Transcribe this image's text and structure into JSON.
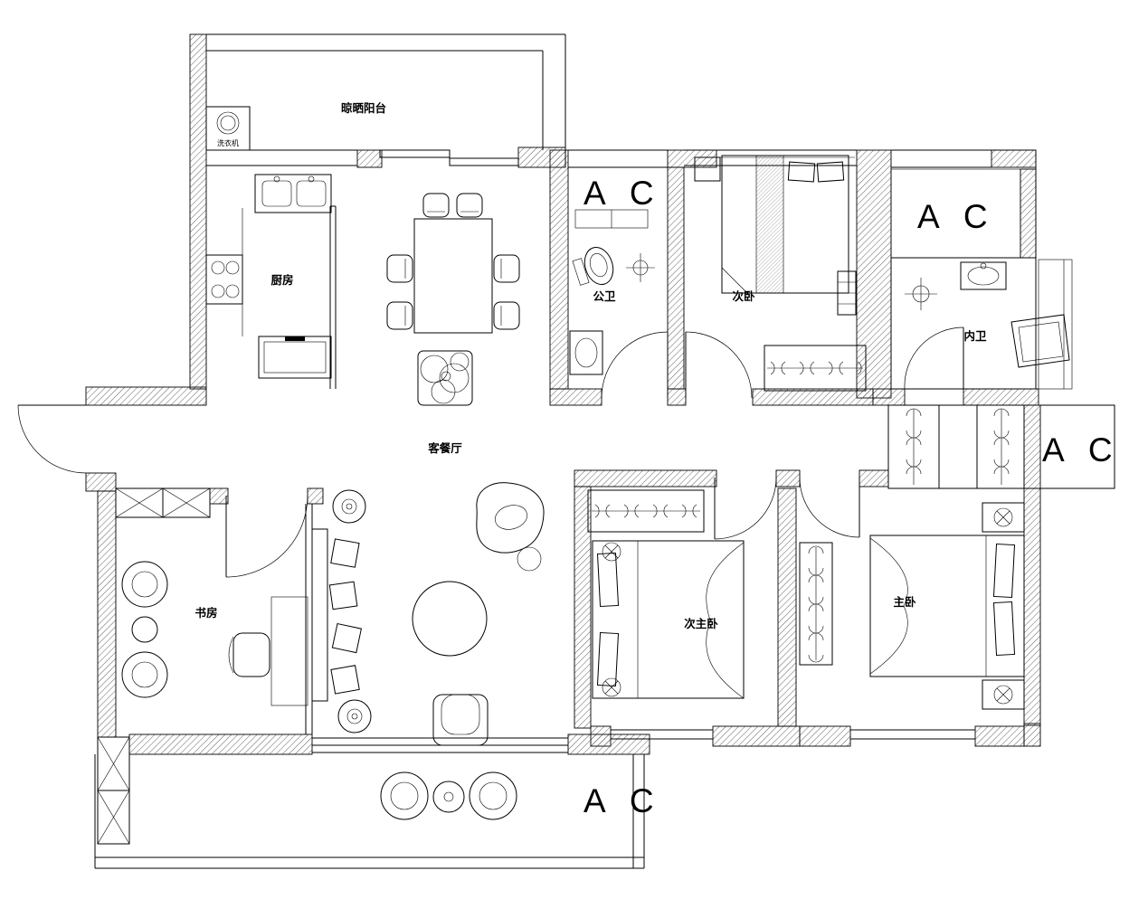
{
  "rooms": {
    "drying_balcony": "晾晒阳台",
    "washing_machine": "洗衣机",
    "kitchen": "厨房",
    "public_bath": "公卫",
    "second_bedroom": "次卧",
    "inner_bath": "内卫",
    "living_dining": "客餐厅",
    "study": "书房",
    "second_master_bedroom": "次主卧",
    "master_bedroom": "主卧"
  },
  "labels": {
    "ac": "A C"
  },
  "colors": {
    "line": "#000000",
    "background": "#ffffff"
  }
}
